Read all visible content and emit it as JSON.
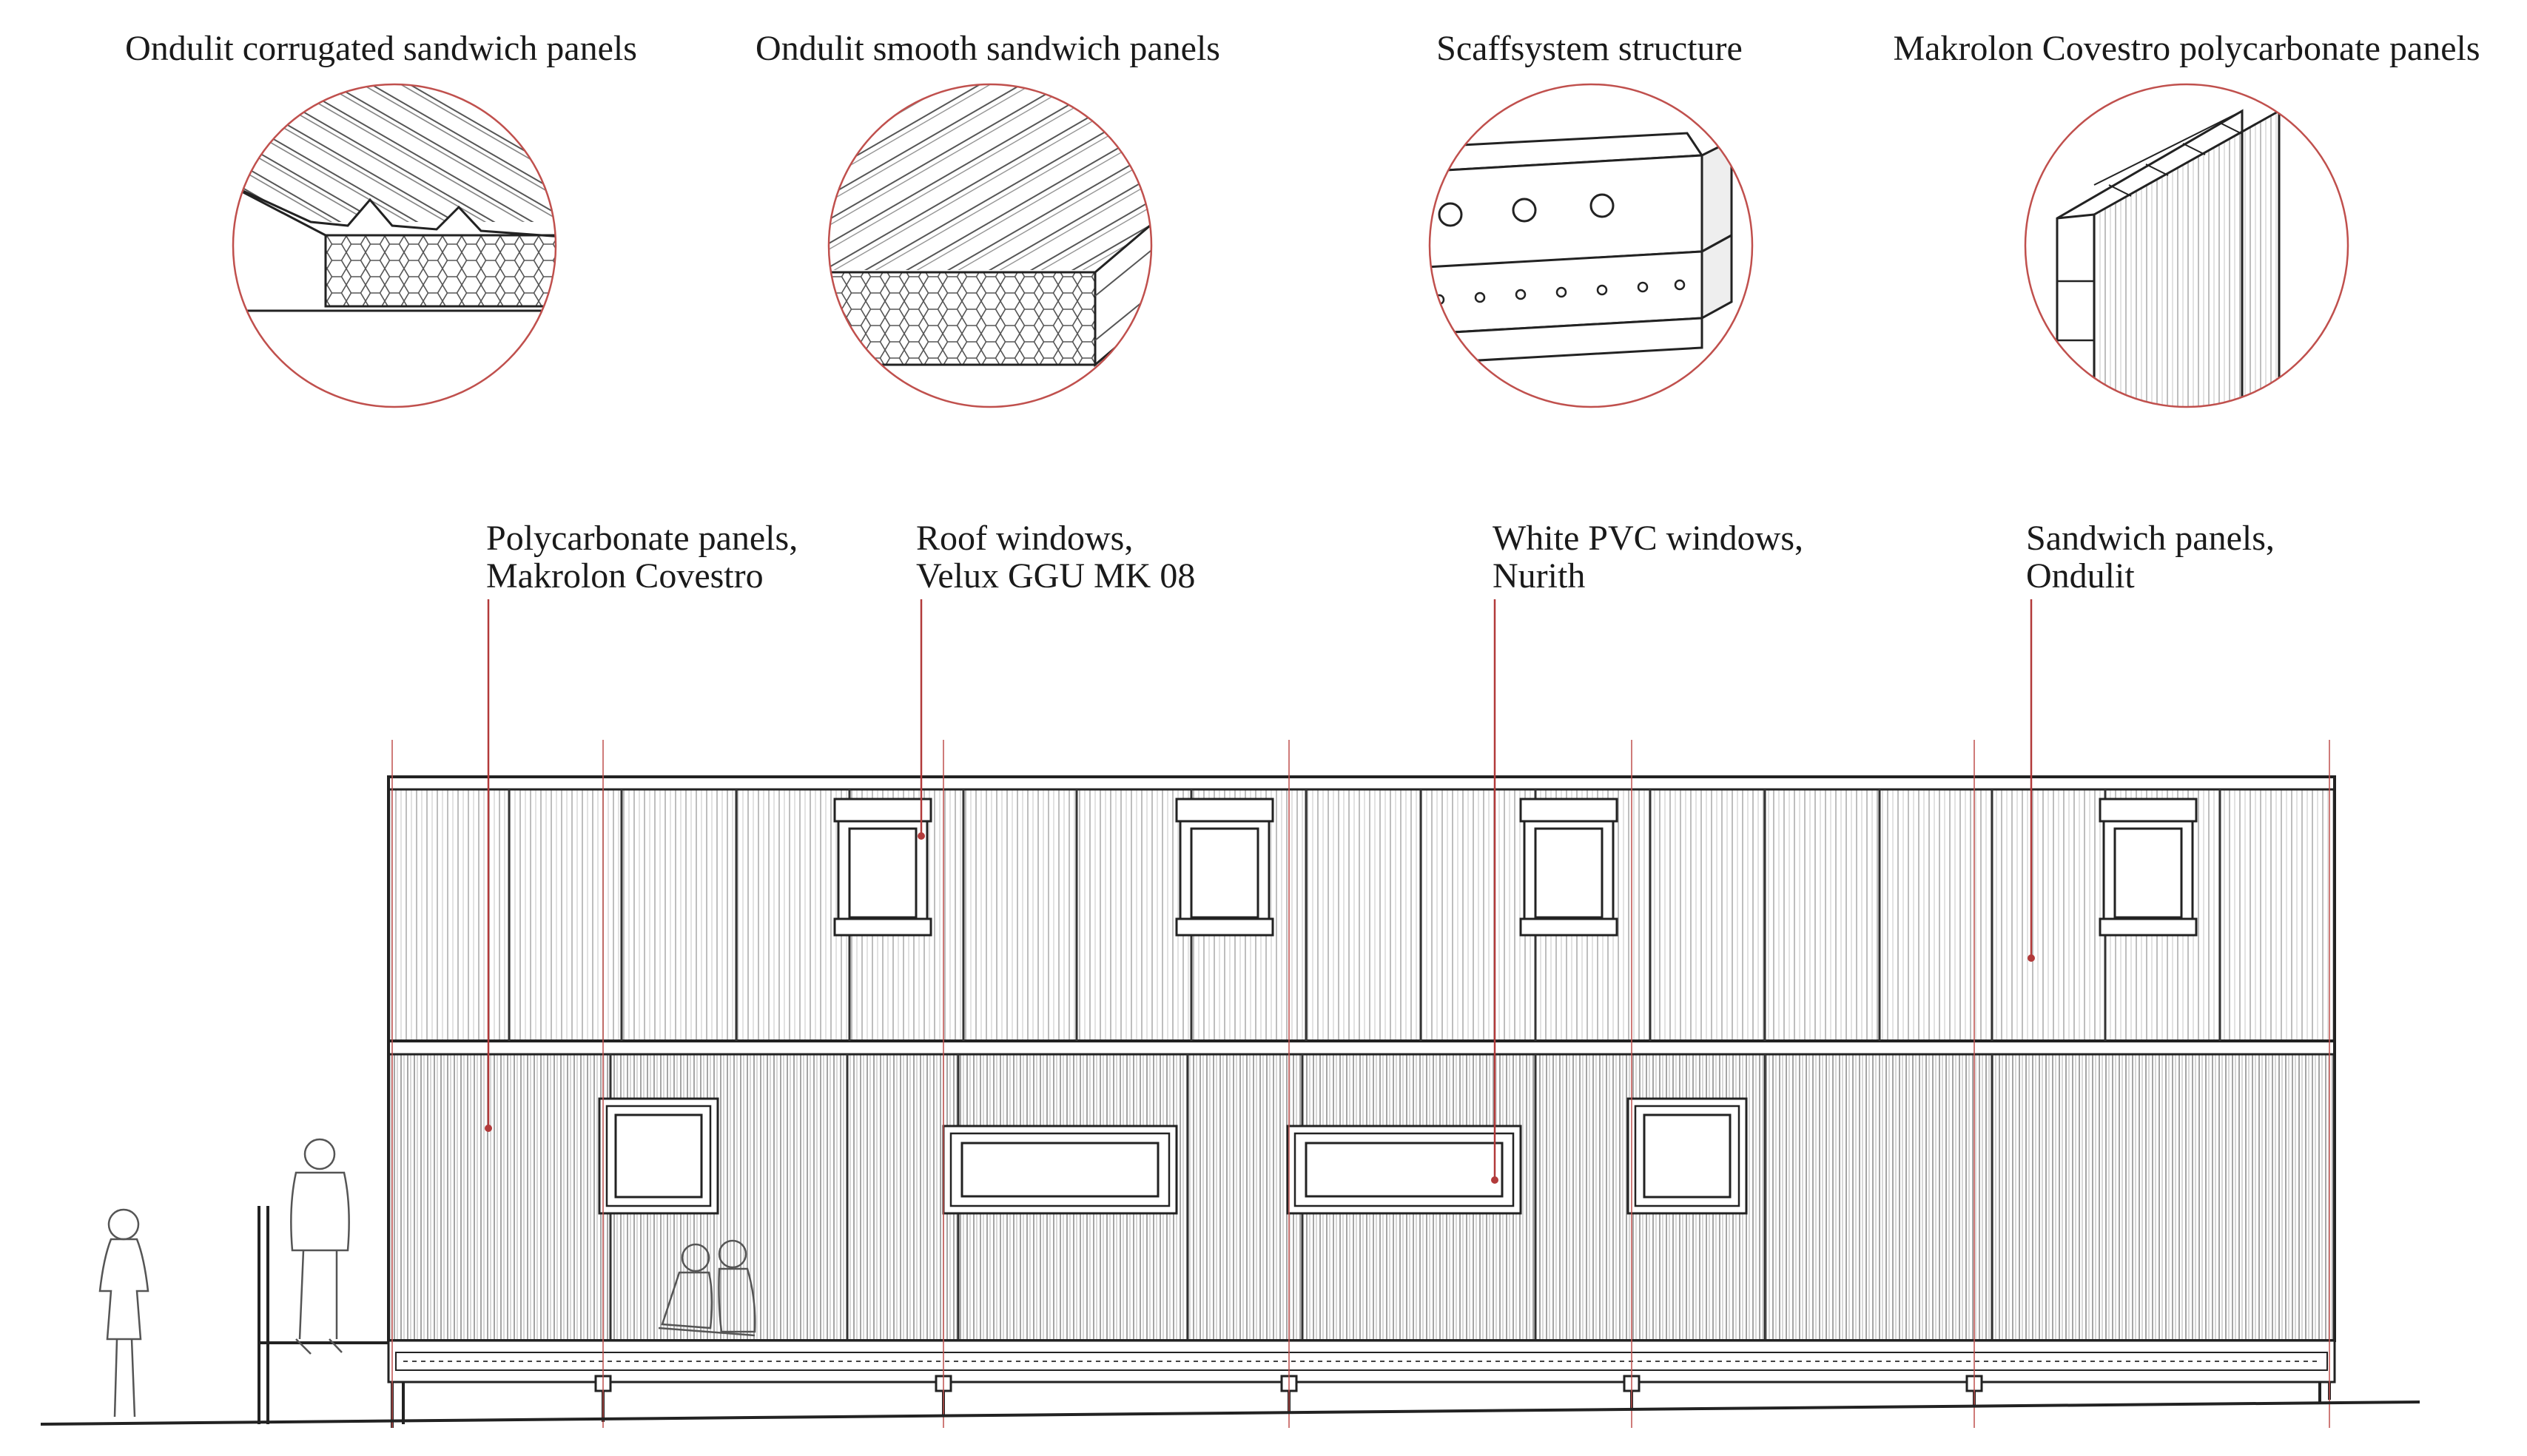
{
  "details": [
    {
      "id": "corrugated",
      "title": "Ondulit corrugated sandwich panels",
      "icon": "corrugated-sandwich-panel-icon"
    },
    {
      "id": "smooth",
      "title": "Ondulit smooth sandwich panels",
      "icon": "smooth-sandwich-panel-icon"
    },
    {
      "id": "scaff",
      "title": "Scaffsystem structure",
      "icon": "scaffold-profile-icon"
    },
    {
      "id": "polycarbonate",
      "title": "Makrolon Covestro polycarbonate panels",
      "icon": "polycarbonate-panel-icon"
    }
  ],
  "callouts": [
    {
      "id": "polycarbonate",
      "line1": "Polycarbonate panels,",
      "line2": "Makrolon Covestro"
    },
    {
      "id": "roof-windows",
      "line1": "Roof windows,",
      "line2": "Velux GGU MK 08"
    },
    {
      "id": "pvc-windows",
      "line1": "White PVC windows,",
      "line2": "Nurith"
    },
    {
      "id": "sandwich",
      "line1": "Sandwich panels,",
      "line2": "Ondulit"
    }
  ],
  "colors": {
    "line": "#222222",
    "accent": "#b23a3a",
    "detail_circle": "#c0504d",
    "hatch": "#9a9a9a"
  }
}
